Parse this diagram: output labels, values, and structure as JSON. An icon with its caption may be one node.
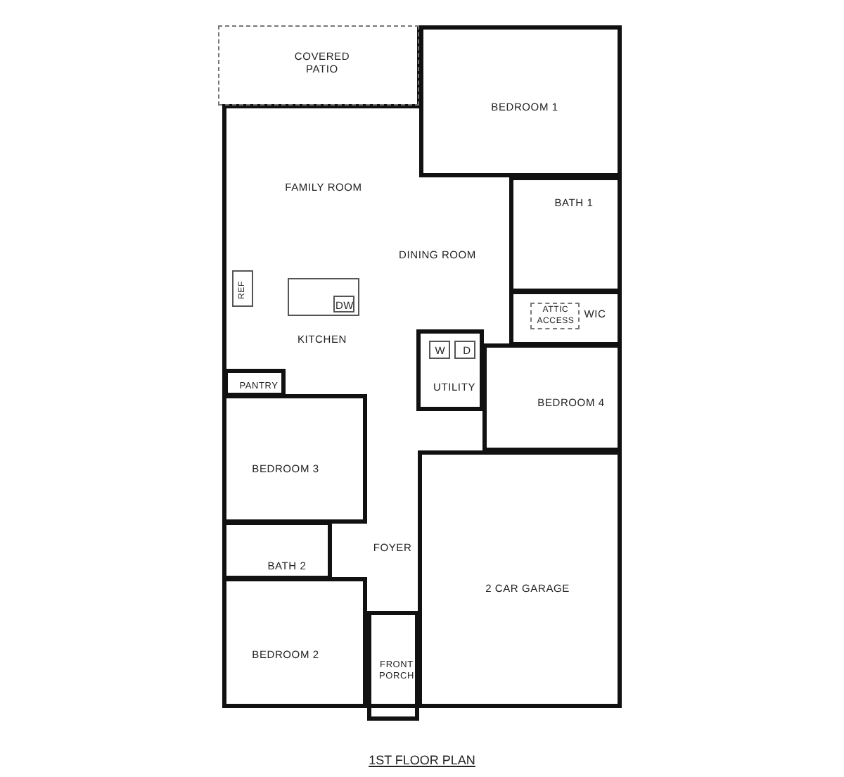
{
  "diagram": {
    "caption": "1ST FLOOR PLAN",
    "nodes": [
      {
        "text": [
          "COVERED PATIO"
        ]
      },
      {
        "text": [
          "BEDROOM 1"
        ]
      },
      {
        "text": [
          "FAMILY ROOM"
        ]
      },
      {
        "text": [
          "DINING ROOM"
        ]
      },
      {
        "text": [
          "KITCHEN"
        ]
      },
      {
        "text": [
          "REF"
        ],
        "in": 4
      },
      {
        "text": [
          "DW"
        ],
        "in": 4
      },
      {
        "text": [
          "BATH 1"
        ]
      },
      {
        "text": [
          "WIC"
        ]
      },
      {
        "text": [
          "ATTIC ACCESS"
        ],
        "in": 8
      },
      {
        "text": [
          "UTILITY"
        ]
      },
      {
        "text": [
          "W"
        ],
        "in": 10
      },
      {
        "text": [
          "D"
        ],
        "in": 10
      },
      {
        "text": [
          "BEDROOM 4"
        ]
      },
      {
        "text": [
          "PANTRY"
        ]
      },
      {
        "text": [
          "BEDROOM 3"
        ]
      },
      {
        "text": [
          "BATH 2"
        ]
      },
      {
        "text": [
          "FOYER"
        ]
      },
      {
        "text": [
          "2 CAR GARAGE"
        ]
      },
      {
        "text": [
          "BEDROOM 2"
        ]
      },
      {
        "text": [
          "FRONT PORCH"
        ]
      }
    ]
  }
}
